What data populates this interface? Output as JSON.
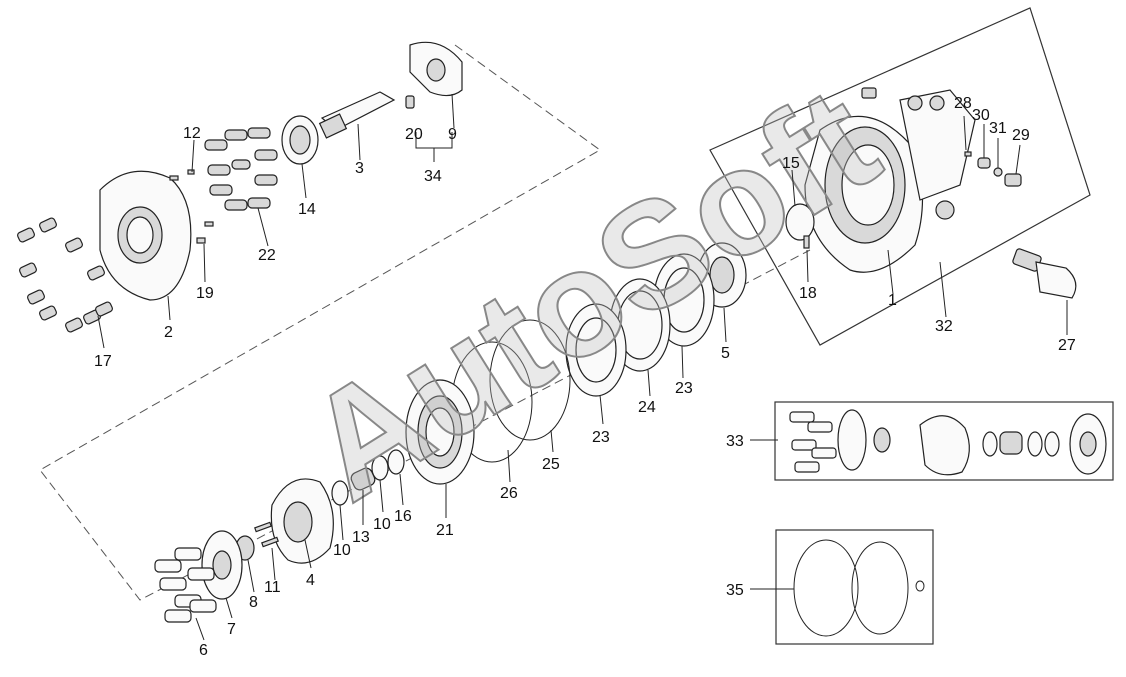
{
  "watermark": "AutoSoft",
  "labels": {
    "l1": "1",
    "l2": "2",
    "l3": "3",
    "l4": "4",
    "l5": "5",
    "l6": "6",
    "l7": "7",
    "l8": "8",
    "l9": "9",
    "l10a": "10",
    "l10b": "10",
    "l11": "11",
    "l12": "12",
    "l13": "13",
    "l14": "14",
    "l15": "15",
    "l16": "16",
    "l17": "17",
    "l18": "18",
    "l19": "19",
    "l20": "20",
    "l21": "21",
    "l22": "22",
    "l23a": "23",
    "l23b": "23",
    "l24": "24",
    "l25": "25",
    "l26": "26",
    "l27": "27",
    "l28": "28",
    "l29": "29",
    "l30": "30",
    "l31": "31",
    "l32": "32",
    "l33": "33",
    "l34": "34",
    "l35": "35"
  }
}
